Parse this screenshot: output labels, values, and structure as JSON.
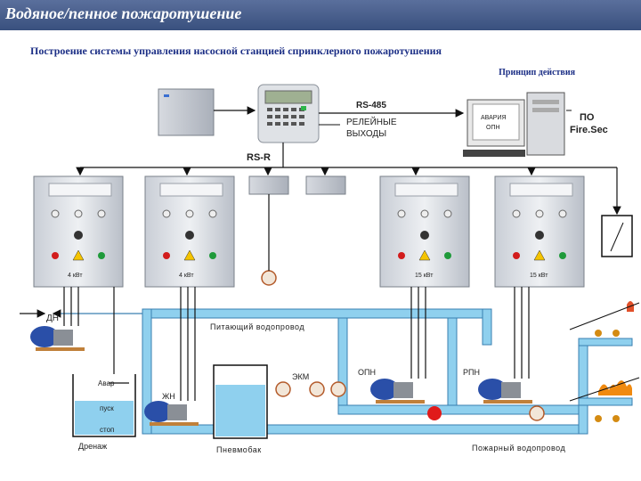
{
  "header": {
    "title": "Водяное/пенное пожаротушение",
    "subtitle": "Построение системы управления насосной станцией спринклерного пожаротушения",
    "corner_note": "Принцип действия"
  },
  "controller": {
    "bus": "RS-485",
    "relay_outputs_line1": "РЕЛЕЙНЫЕ",
    "relay_outputs_line2": "ВЫХОДЫ"
  },
  "computer": {
    "screen_line1": "АВАРИЯ",
    "screen_line2": "ОПН",
    "software_line1": "ПО",
    "software_line2": "Fire.Sec"
  },
  "bus_rsr": "RS-R",
  "cabinets": [
    {
      "power": "4 кВт"
    },
    {
      "power": "4 кВт"
    },
    {
      "power": "15 кВт"
    },
    {
      "power": "15 кВт"
    }
  ],
  "labels": {
    "dn": "ДН",
    "supply_pipe": "Питающий водопровод",
    "ekm": "ЭКМ",
    "opn": "ОПН",
    "rpn": "РПН",
    "zhn": "ЖН",
    "avar": "Авар",
    "pusk": "пуск",
    "stop": "стоп",
    "drainage": "Дренаж",
    "pneumatic_tank": "Пневмобак",
    "fire_pipe": "Пожарный водопровод"
  },
  "colors": {
    "title_bar": "#3f5585",
    "pipe": "#8fd0ee",
    "pipe_edge": "#3a7fb0",
    "pump": "#2a4fa8",
    "flame": "#f08a10"
  }
}
